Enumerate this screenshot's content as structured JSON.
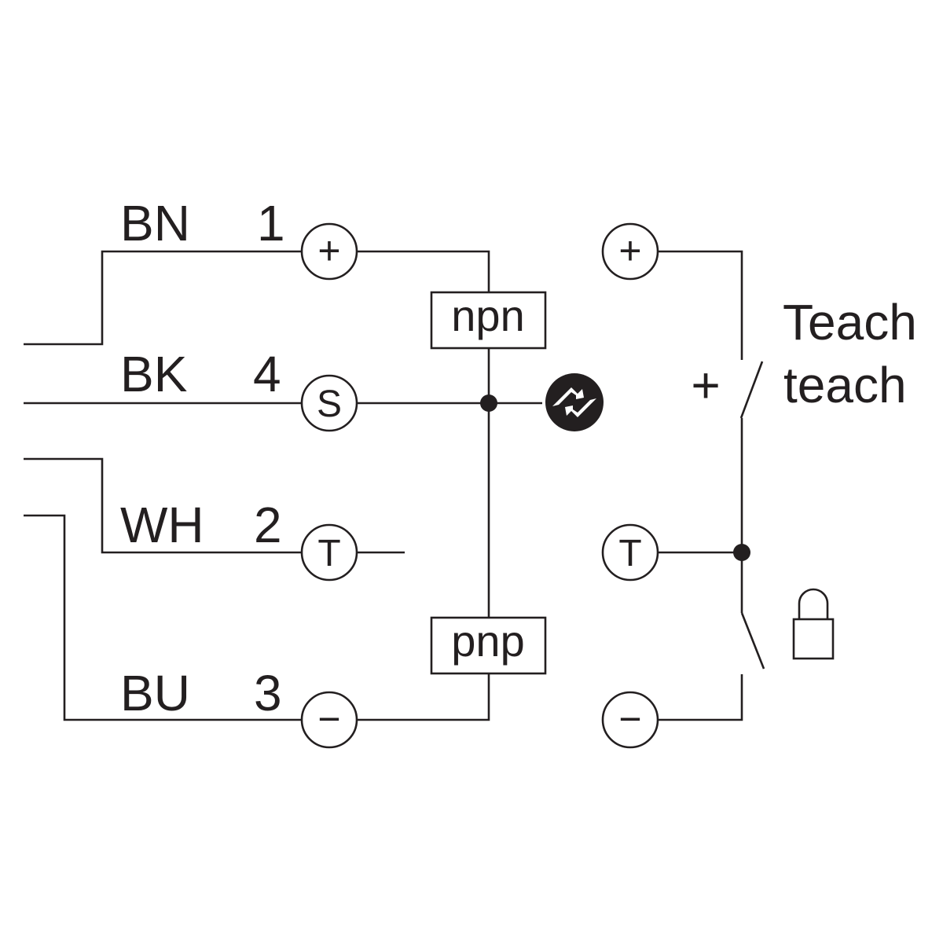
{
  "wires": [
    {
      "color_code": "BN",
      "pin": "1",
      "terminal": "+"
    },
    {
      "color_code": "BK",
      "pin": "4",
      "terminal": "S"
    },
    {
      "color_code": "WH",
      "pin": "2",
      "terminal": "T"
    },
    {
      "color_code": "BU",
      "pin": "3",
      "terminal": "−"
    }
  ],
  "boxes": {
    "npn": "npn",
    "pnp": "pnp"
  },
  "right": {
    "terminals": {
      "plus": "+",
      "teach": "T",
      "minus": "−"
    },
    "switch_sign": "+",
    "label_line1": "Teach",
    "label_line2": "teach"
  },
  "icons": {
    "output": "output-switching-icon",
    "lock": "padlock-icon"
  },
  "colors": {
    "line": "#231f20",
    "background": "#ffffff"
  }
}
